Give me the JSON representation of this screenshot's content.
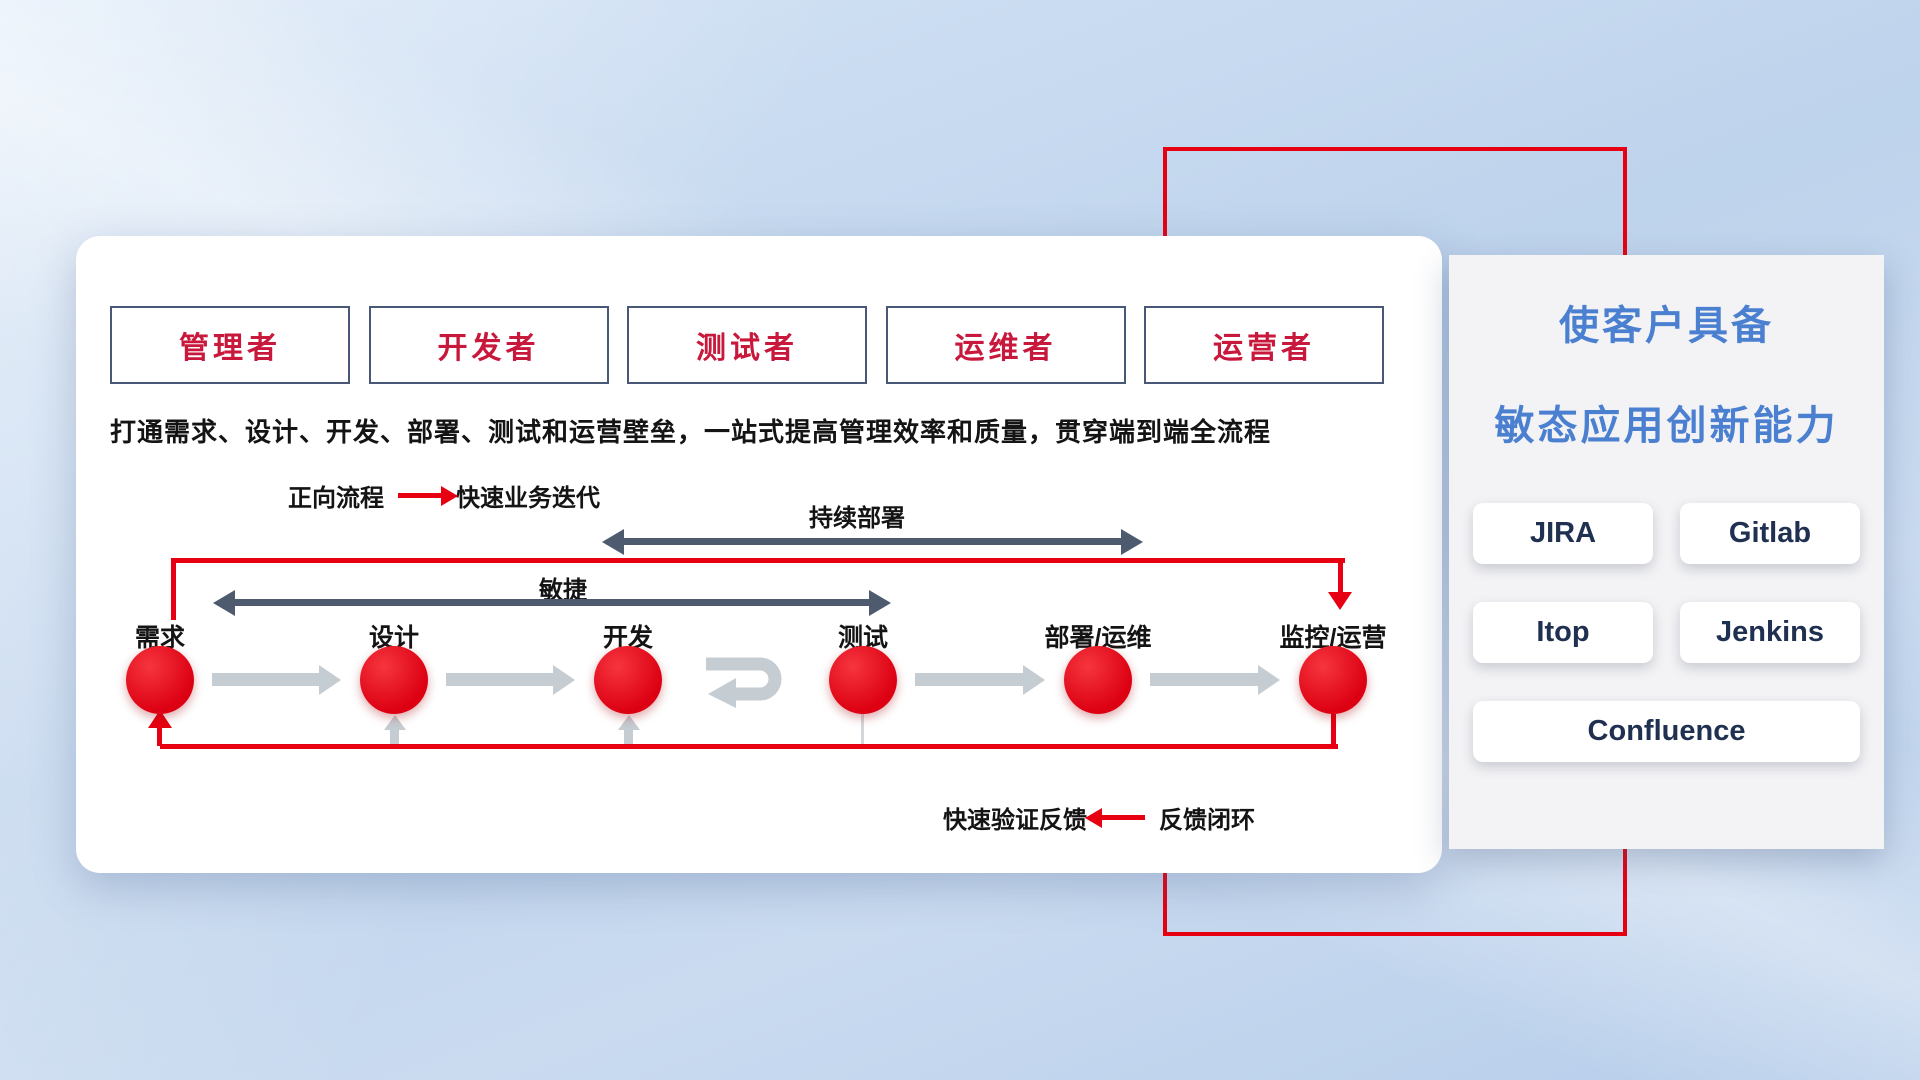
{
  "roles": [
    {
      "label": "管理者"
    },
    {
      "label": "开发者"
    },
    {
      "label": "测试者"
    },
    {
      "label": "运维者"
    },
    {
      "label": "运营者"
    }
  ],
  "description": "打通需求、设计、开发、部署、测试和运营壁垒，一站式提高管理效率和质量，贯穿端到端全流程",
  "legend_forward": {
    "label": "正向流程",
    "value": "快速业务迭代"
  },
  "legend_feedback": {
    "label": "快速验证反馈",
    "value": "反馈闭环"
  },
  "flow": {
    "continuous_deploy_label": "持续部署",
    "agile_label": "敏捷",
    "stages": [
      "需求",
      "设计",
      "开发",
      "测试",
      "部署/运维",
      "监控/运营"
    ]
  },
  "right_panel": {
    "title_line1": "使客户具备",
    "title_line2": "敏态应用创新能力",
    "tools": [
      "JIRA",
      "Gitlab",
      "Itop",
      "Jenkins",
      "Confluence"
    ]
  },
  "colors": {
    "accent_red": "#e60012",
    "dark_arrow": "#4e5b6f",
    "gray_arrow": "#c5ccd2",
    "title_blue": "#4b80d1",
    "tool_text_navy": "#203050",
    "role_text_red": "#c8193c",
    "role_border_blue": "#4a5878"
  }
}
